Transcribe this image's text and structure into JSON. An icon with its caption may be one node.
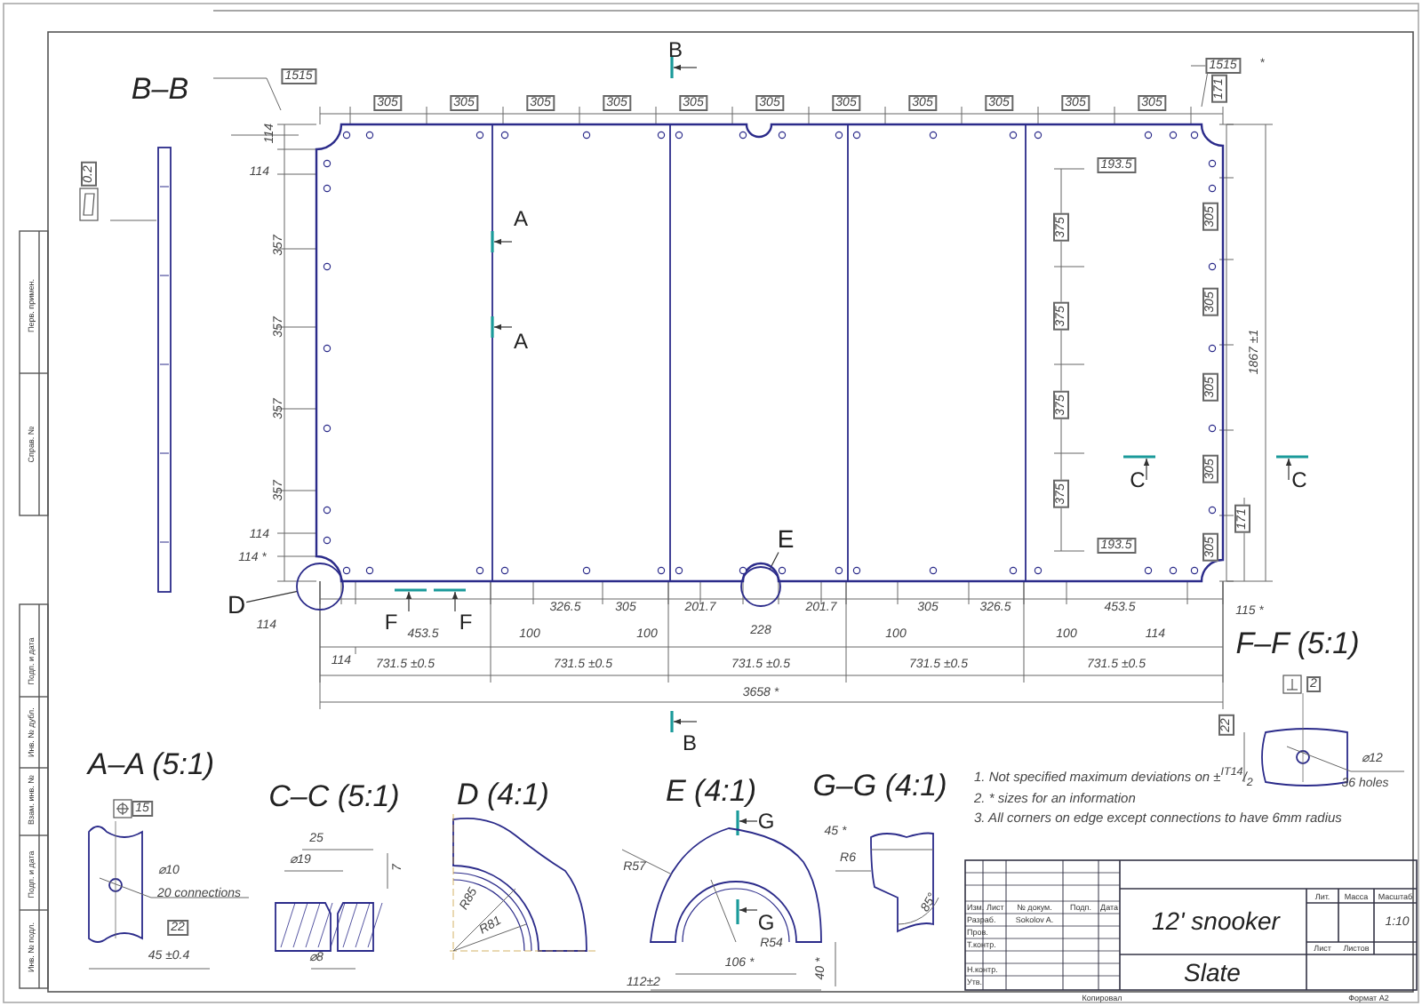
{
  "diagram": {
    "nodes": [
      {
        "text": [
          "D"
        ]
      },
      {
        "text": [],
        "shape": "circle"
      },
      {
        "text": [
          "E"
        ]
      },
      {
        "text": [],
        "shape": "circle"
      }
    ],
    "edges": [
      {
        "from": 0,
        "to": 1,
        "arrow": "none"
      },
      {
        "from": 2,
        "to": 3,
        "arrow": "none"
      }
    ],
    "labels": [
      "B–B",
      "B",
      "1515",
      "1515",
      "*",
      "305",
      "305",
      "305",
      "305",
      "305",
      "305",
      "305",
      "305",
      "305",
      "305",
      "305",
      "114",
      "171",
      "0.2",
      "114",
      "357",
      "357",
      "357",
      "357",
      "114",
      "114 *",
      "114",
      "A",
      "A",
      "193.5",
      "375",
      "375",
      "375",
      "375",
      "305",
      "305",
      "305",
      "305",
      "305",
      "1867 ±1",
      "171",
      "C",
      "C",
      "193.5",
      "115 *",
      "F",
      "F",
      "453.5",
      "114",
      "100",
      "326.5",
      "305",
      "100",
      "201.7",
      "228",
      "201.7",
      "100",
      "305",
      "326.5",
      "100",
      "453.5",
      "114",
      "731.5 ±0.5",
      "731.5 ±0.5",
      "731.5 ±0.5",
      "731.5 ±0.5",
      "731.5 ±0.5",
      "3658 *",
      "B",
      "A–A (5:1)",
      "15",
      "⌀10",
      "20 connections",
      "22",
      "45 ±0.4",
      "C–C (5:1)",
      "25",
      "⌀19",
      "7",
      "⌀8",
      "D (4:1)",
      "R85",
      "R81",
      "E (4:1)",
      "G",
      "G",
      "R57",
      "R54",
      "106 *",
      "112±2",
      "40 *",
      "G–G (4:1)",
      "45 *",
      "R6",
      "85°",
      "F–F (5:1)",
      "2",
      "22",
      "⌀12",
      "36 holes",
      "1. Not specified maximum deviations on ±$^{IT14}$/$_{2}$",
      "2. * sizes for an information",
      "3. All corners on edge except connections to have 6mm radius",
      "12' snooker",
      "Slate",
      "Лит.",
      "Масса",
      "Масштаб",
      "1:10",
      "Лист",
      "Листов",
      "Изм.",
      "Лист",
      "№ докум.",
      "Подп.",
      "Дата",
      "Разраб.",
      "Sokolov A.",
      "Пров.",
      "Т.контр.",
      "Н.контр.",
      "Утв.",
      "Копировал",
      "Формат A2",
      "Перв. примен.",
      "Справ. №",
      "Подп. и дата",
      "Инв. № дубл.",
      "Взам. инв. №",
      "Подп. и дата",
      "Инв. № подл."
    ]
  }
}
